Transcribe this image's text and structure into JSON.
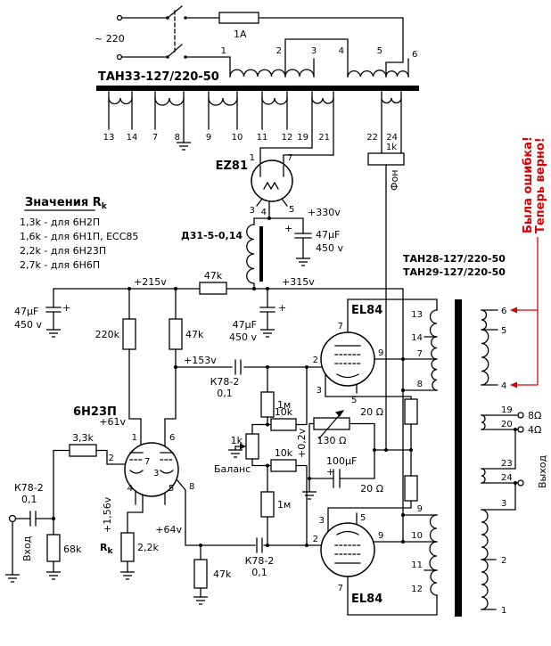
{
  "power": {
    "mains": "~ 220",
    "fuse": "1А",
    "name": "ТАН33-127/220-50",
    "primary": [
      "1",
      "2",
      "3",
      "4",
      "5",
      "6"
    ],
    "secondary": [
      "13",
      "14",
      "7",
      "8",
      "9",
      "10",
      "11",
      "12",
      "19",
      "21"
    ],
    "aux": [
      "22",
      "24"
    ],
    "hum_resistor": "1k",
    "hum_label": "Фон"
  },
  "rectifier": {
    "tube": "EZ81",
    "pin1": "1",
    "pin7": "7",
    "pin3": "3",
    "pin4": "4",
    "pin5": "5",
    "v_330": "+330v",
    "choke": "Д31-5-0,14",
    "cap": "47µF",
    "cap_v": "450 v"
  },
  "supply": {
    "v_315": "+315v",
    "v_215": "+215v",
    "dropper": "47k",
    "cap_left": "47µF",
    "cap_left_v": "450 v",
    "cap_mid": "47µF",
    "cap_mid_v": "450 v"
  },
  "legend": {
    "title": "Значения R",
    "title_sub": "k",
    "row1": "1,3k - для 6Н2П",
    "row2": "1,6k - для 6Н1П, ECC85",
    "row3": "2,2k - для 6Н23П",
    "row4": "2,7k - для 6Н6П"
  },
  "driver": {
    "tube": "6Н23П",
    "r_plate1": "220k",
    "r_plate2": "47k",
    "v_61": "+61v",
    "v_153": "+153v",
    "v_156": "+1,56v",
    "v_64": "+64v",
    "grid_stopper": "3,3k",
    "input_cap": "К78-2",
    "input_cap_val": "0,1",
    "input_label": "Вход",
    "r_grid": "68k",
    "rk_label": "R",
    "rk_sub": "k",
    "rk_value": "2,2k",
    "r_tail": "47k",
    "pin1": "1",
    "pin2": "2",
    "pin3": "3",
    "pin4": "4",
    "pin5": "5",
    "pin6": "6",
    "pin7": "7",
    "pin8": "8"
  },
  "coupling": {
    "cap_top": "К78-2",
    "cap_top_val": "0,1",
    "cap_bot": "К78-2",
    "cap_bot_val": "0,1",
    "r_1m_top": "1м",
    "r_1m_bot": "1м",
    "r_10k_top": "10k",
    "r_10k_bot": "10k",
    "balance_r": "1k",
    "balance_label": "Баланс",
    "v_02": "+0,2v"
  },
  "output": {
    "tube_top": "EL84",
    "tube_bot": "EL84",
    "top_pins": {
      "p7": "7",
      "p2": "2",
      "p9": "9",
      "p3": "3",
      "p5": "5"
    },
    "bot_pins": {
      "p3": "3",
      "p5": "5",
      "p2": "2",
      "p9": "9",
      "p7": "7"
    },
    "r20_top": "20 Ω",
    "r20_bot": "20 Ω",
    "r_cathode": "130 Ω",
    "cap_cathode": "100µF"
  },
  "opt": {
    "name1": "ТАН28-127/220-50",
    "name2": "ТАН29-127/220-50",
    "t1_left": [
      "13",
      "14",
      "7",
      "8"
    ],
    "t1_right": [
      "6",
      "5",
      "4"
    ],
    "out": [
      "19",
      "20",
      "23",
      "24"
    ],
    "imp8": "8Ω",
    "imp4": "4Ω",
    "out_label": "Выход",
    "t2_left": [
      "9",
      "10",
      "11",
      "12"
    ],
    "t2_right": [
      "3",
      "2",
      "1"
    ]
  },
  "note": {
    "line1": "Была ошибка!",
    "line2": "Теперь верно!",
    "color": "#dd0000"
  }
}
